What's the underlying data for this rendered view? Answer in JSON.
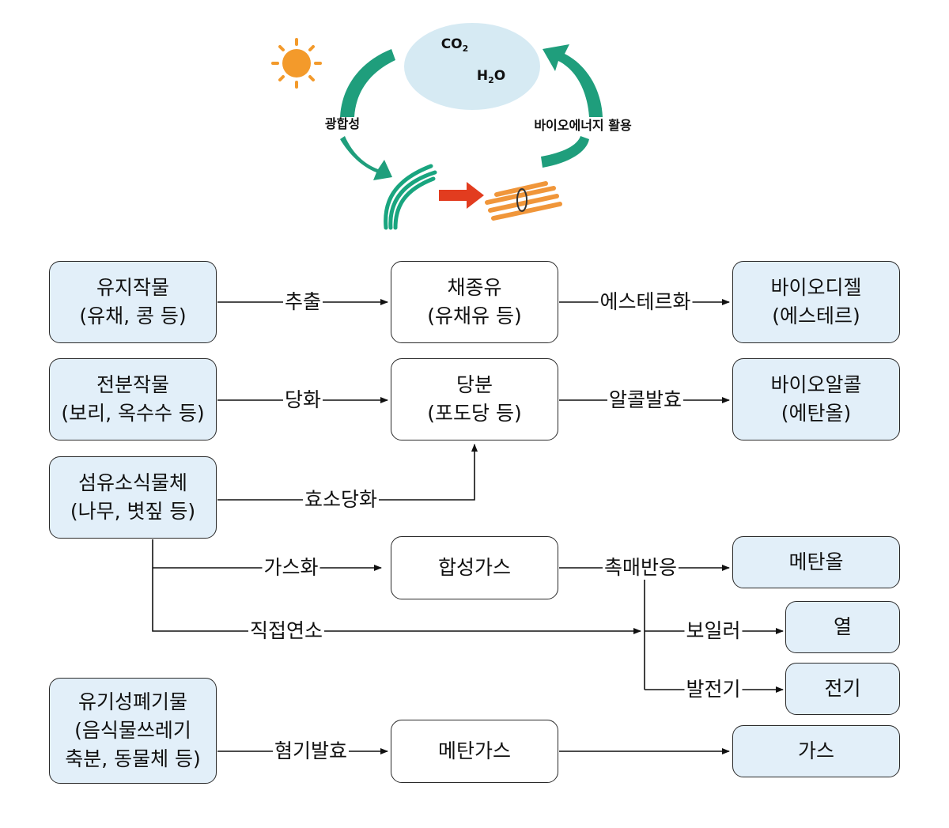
{
  "cycle": {
    "co2": {
      "main": "CO",
      "sub": "2"
    },
    "h2o": {
      "main": "H",
      "sub": "2",
      "tail": "O"
    },
    "photosynthesis": "광합성",
    "bioenergy_use": "바이오에너지 활용"
  },
  "boxes": {
    "oil_crops": {
      "line1": "유지작물",
      "line2": "(유채, 콩 등)"
    },
    "rapeseed_oil": {
      "line1": "채종유",
      "line2": "(유채유 등)"
    },
    "biodiesel": {
      "line1": "바이오디젤",
      "line2": "(에스테르)"
    },
    "starch_crops": {
      "line1": "전분작물",
      "line2": "(보리, 옥수수 등)"
    },
    "sugar": {
      "line1": "당분",
      "line2": "(포도당 등)"
    },
    "bioalcohol": {
      "line1": "바이오알콜",
      "line2": "(에탄올)"
    },
    "cellulosic": {
      "line1": "섬유소식물체",
      "line2": "(나무, 볏짚 등)"
    },
    "syngas": {
      "line1": "합성가스"
    },
    "methanol": {
      "line1": "메탄올"
    },
    "heat": {
      "line1": "열"
    },
    "electricity": {
      "line1": "전기"
    },
    "organic_waste": {
      "line1": "유기성폐기물",
      "line2": "(음식물쓰레기",
      "line3": "축분, 동물체 등)"
    },
    "methane": {
      "line1": "메탄가스"
    },
    "gas": {
      "line1": "가스"
    }
  },
  "labels": {
    "extraction": "추출",
    "esterification": "에스테르화",
    "saccharification": "당화",
    "fermentation": "알콜발효",
    "enzymatic": "효소당화",
    "gasification": "가스화",
    "catalytic": "촉매반응",
    "combustion": "직접연소",
    "boiler": "보일러",
    "generator": "발전기",
    "anaerobic": "혐기발효"
  },
  "colors": {
    "box_fill": "#e2eff9",
    "cycle_arrow": "#1f9e7c",
    "sun": "#f39a2b",
    "cloud": "#d6eaf3",
    "red_arrow": "#e23c1f",
    "wood": "#f0963a"
  }
}
